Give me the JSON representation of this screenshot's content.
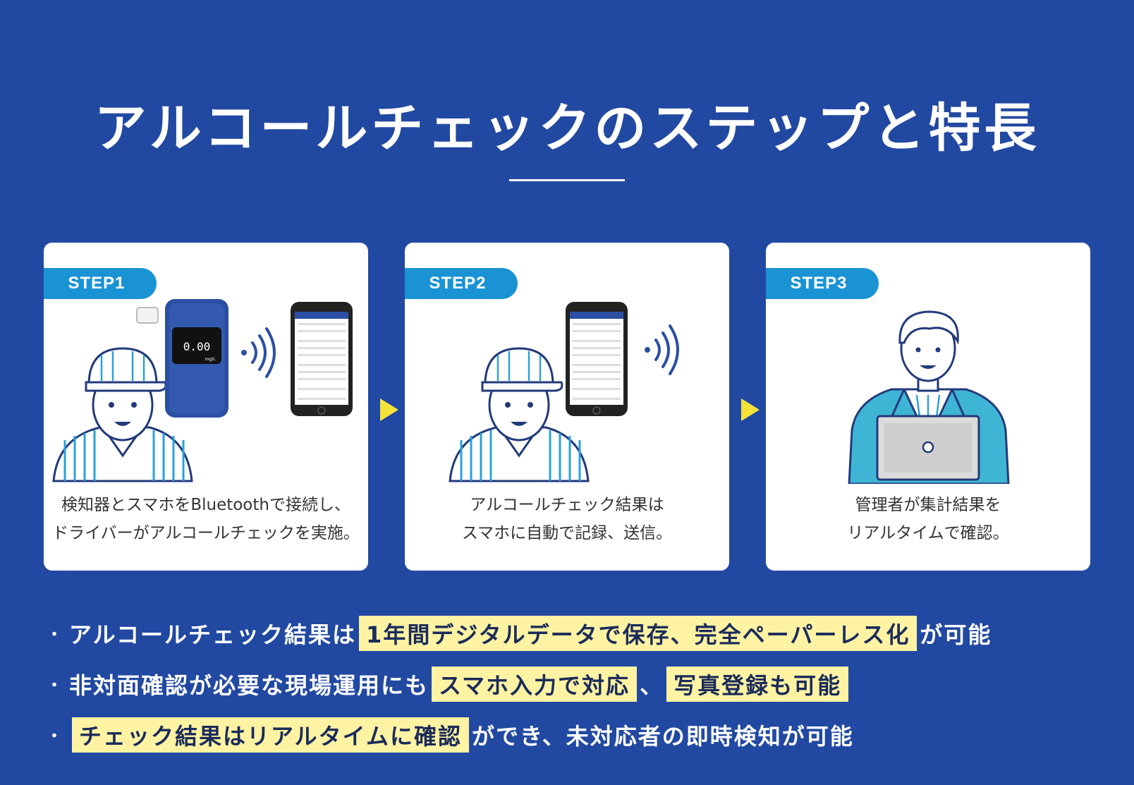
{
  "page": {
    "title": "アルコールチェックのステップと特長"
  },
  "steps": [
    {
      "badge": "STEP1",
      "desc_lines": [
        "検知器とスマホをBluetoothで接続し、",
        "ドライバーがアルコールチェックを実施。"
      ],
      "device_reading": "0.00",
      "device_unit": "mg/L"
    },
    {
      "badge": "STEP2",
      "desc_lines": [
        "アルコールチェック結果は",
        "スマホに自動で記録、送信。"
      ]
    },
    {
      "badge": "STEP3",
      "desc_lines": [
        "管理者が集計結果を",
        "リアルタイムで確認。"
      ]
    }
  ],
  "features": [
    {
      "bullet": "・",
      "pre": "アルコールチェック結果は",
      "hl1": "1年間デジタルデータで保存、完全ペーパーレス化",
      "mid": "が可能",
      "hl2": "",
      "post": ""
    },
    {
      "bullet": "・",
      "pre": "非対面確認が必要な現場運用にも",
      "hl1": "スマホ入力で対応",
      "mid": "、",
      "hl2": "写真登録も可能",
      "post": ""
    },
    {
      "bullet": "・",
      "pre": "",
      "hl1": "チェック結果はリアルタイムに確認",
      "mid": "ができ、未対応者の即時検知が可能",
      "hl2": "",
      "post": ""
    }
  ],
  "colors": {
    "background": "#2249a1",
    "badge": "#1a93d4",
    "highlight": "#fdf3a3",
    "arrow": "#f5e33a",
    "card": "#ffffff"
  },
  "icons": [
    "breathalyzer-icon",
    "smartphone-icon",
    "wireless-signal-icon",
    "driver-icon",
    "manager-icon",
    "laptop-icon",
    "step-arrow-icon"
  ]
}
